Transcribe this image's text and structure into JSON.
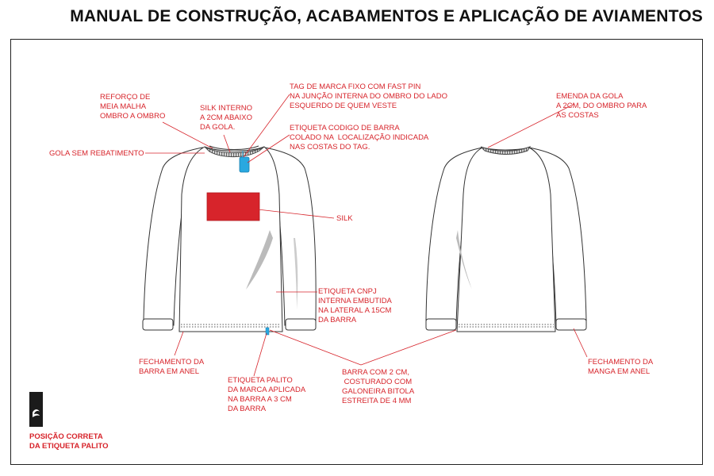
{
  "title": "MANUAL DE CONSTRUÇÃO, ACABAMENTOS E APLICAÇÃO DE AVIAMENTOS",
  "colors": {
    "annotation": "#d7242b",
    "silk": "#d7242b",
    "tag": "#29a8e0",
    "outline": "#333333"
  },
  "labels": {
    "reforco": "REFORÇO DE\nMEIA MALHA\nOMBRO A OMBRO",
    "silk_interno": "SILK INTERNO\nA 2CM ABAIXO\nDA GOLA.",
    "tag_marca": "TAG DE MARCA FIXO COM FAST PIN\nNA JUNÇÃO INTERNA DO OMBRO DO LADO\nESQUERDO DE QUEM VESTE",
    "etiqueta_barra": "ETIQUETA CODIGO DE BARRA\nCOLADO NA  LOCALIZAÇÃO INDICADA\nNAS COSTAS DO TAG.",
    "gola": "GOLA SEM REBATIMENTO",
    "silk": "SILK",
    "cnpj": "ETIQUETA CNPJ\nINTERNA EMBUTIDA\nNA LATERAL A 15CM\nDA BARRA",
    "fech_barra": "FECHAMENTO DA\nBARRA EM ANEL",
    "palito": "ETIQUETA PALITO\nDA MARCA APLICADA\nNA BARRA A 3 CM\nDA BARRA",
    "barra": "BARRA COM 2 CM,\n COSTURADO COM\nGALONEIRA BITOLA\nESTREITA DE 4 MM",
    "emenda": "EMENDA DA GOLA\nA 2CM, DO OMBRO PARA\nAS COSTAS",
    "fech_manga": "FECHAMENTO DA\nMANGA EM ANEL",
    "posicao": "POSIÇÃO CORRETA\nDA ETIQUETA PALITO"
  }
}
